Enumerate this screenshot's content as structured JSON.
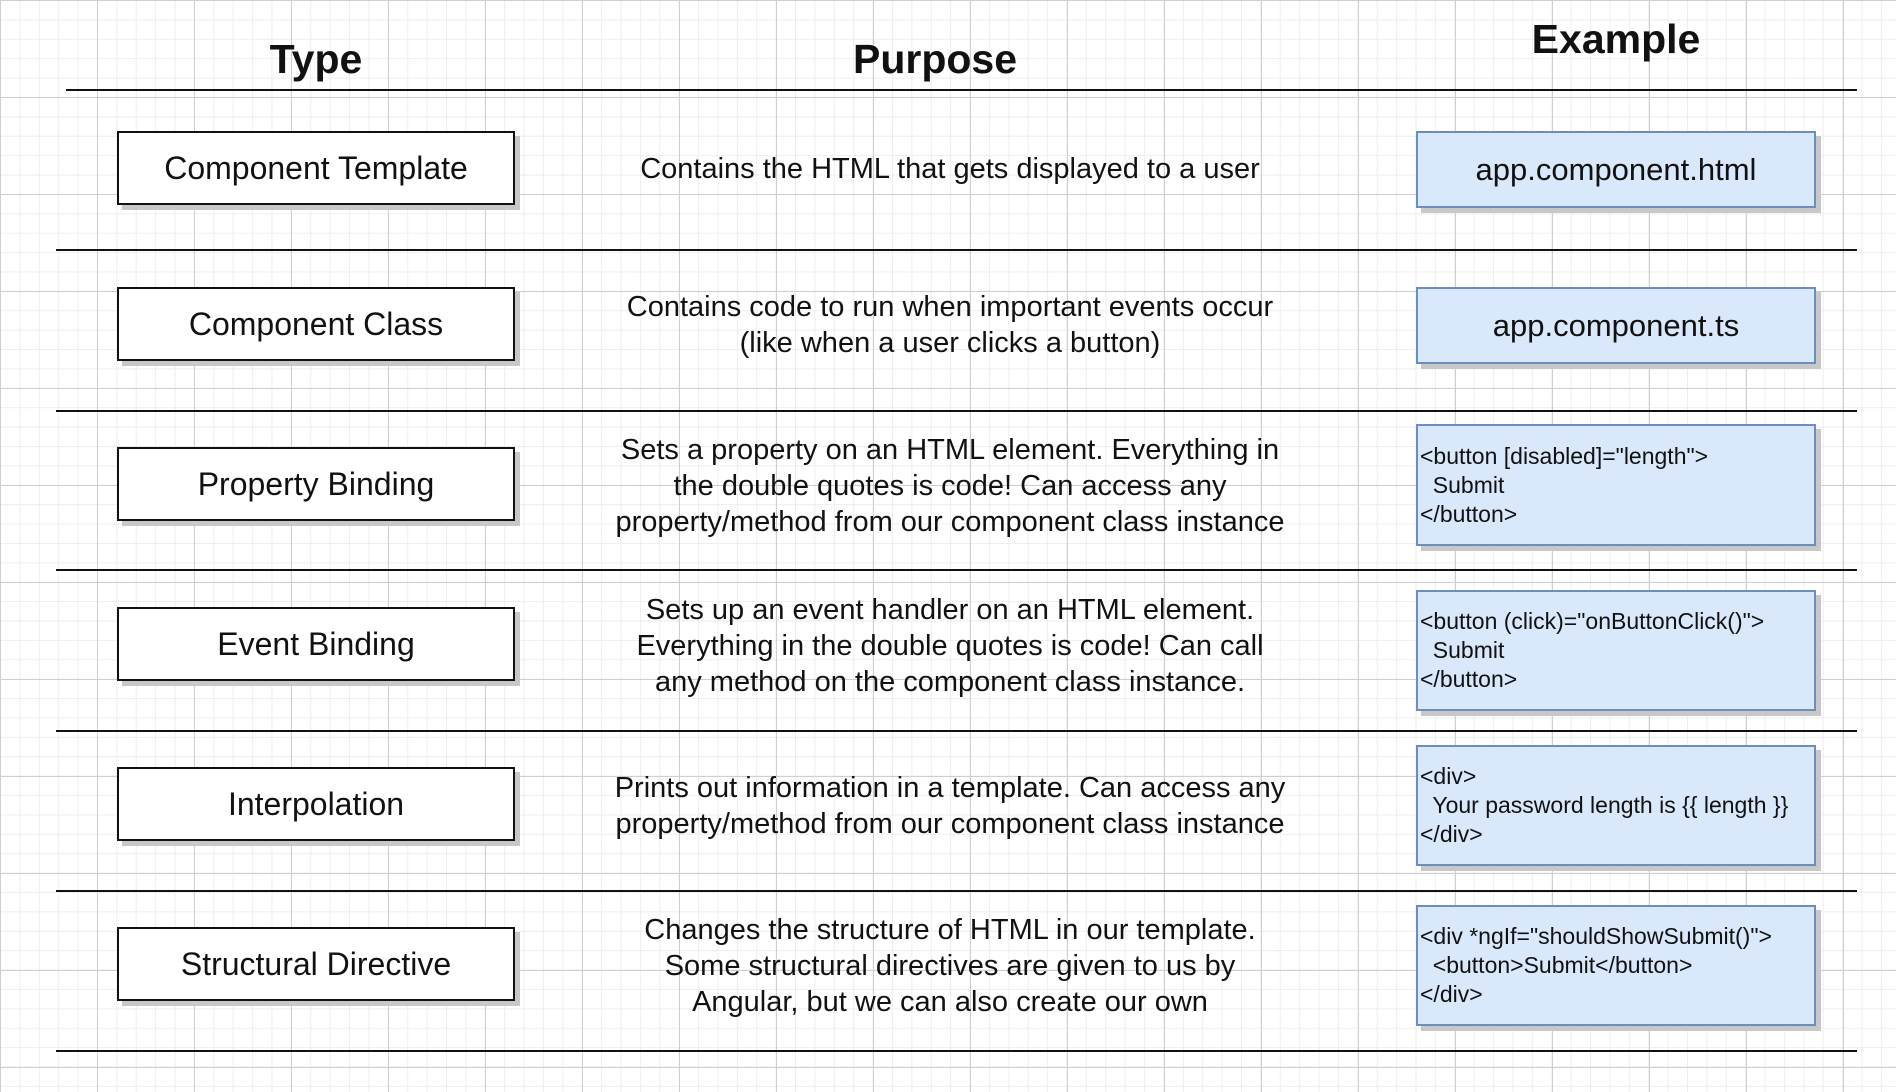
{
  "headers": {
    "type": "Type",
    "purpose": "Purpose",
    "example": "Example"
  },
  "rows": [
    {
      "type": "Component Template",
      "purpose": "Contains the HTML that gets displayed to a user",
      "example": "app.component.html"
    },
    {
      "type": "Component Class",
      "purpose": "Contains code to run when important events occur\n(like when a user clicks a button)",
      "example": "app.component.ts"
    },
    {
      "type": "Property Binding",
      "purpose": "Sets a property on an HTML element.  Everything in\nthe double quotes is code!  Can access any\nproperty/method from our component class instance",
      "example": "<button [disabled]=\"length\">\n  Submit\n</button>"
    },
    {
      "type": "Event Binding",
      "purpose": "Sets up an event handler on an HTML element.\nEverything in the double quotes is code!  Can call\nany method on the component class instance.",
      "example": "<button (click)=\"onButtonClick()\">\n  Submit\n</button>"
    },
    {
      "type": "Interpolation",
      "purpose": "Prints out information in a template.  Can access any\nproperty/method from our component class instance",
      "example": "<div>\n  Your password length is {{ length }}\n</div>"
    },
    {
      "type": "Structural Directive",
      "purpose": "Changes the structure of HTML in our template.\nSome structural directives are given to us by\nAngular, but we can also create our own",
      "example": "<div *ngIf=\"shouldShowSubmit()\">\n  <button>Submit</button>\n</div>"
    }
  ]
}
